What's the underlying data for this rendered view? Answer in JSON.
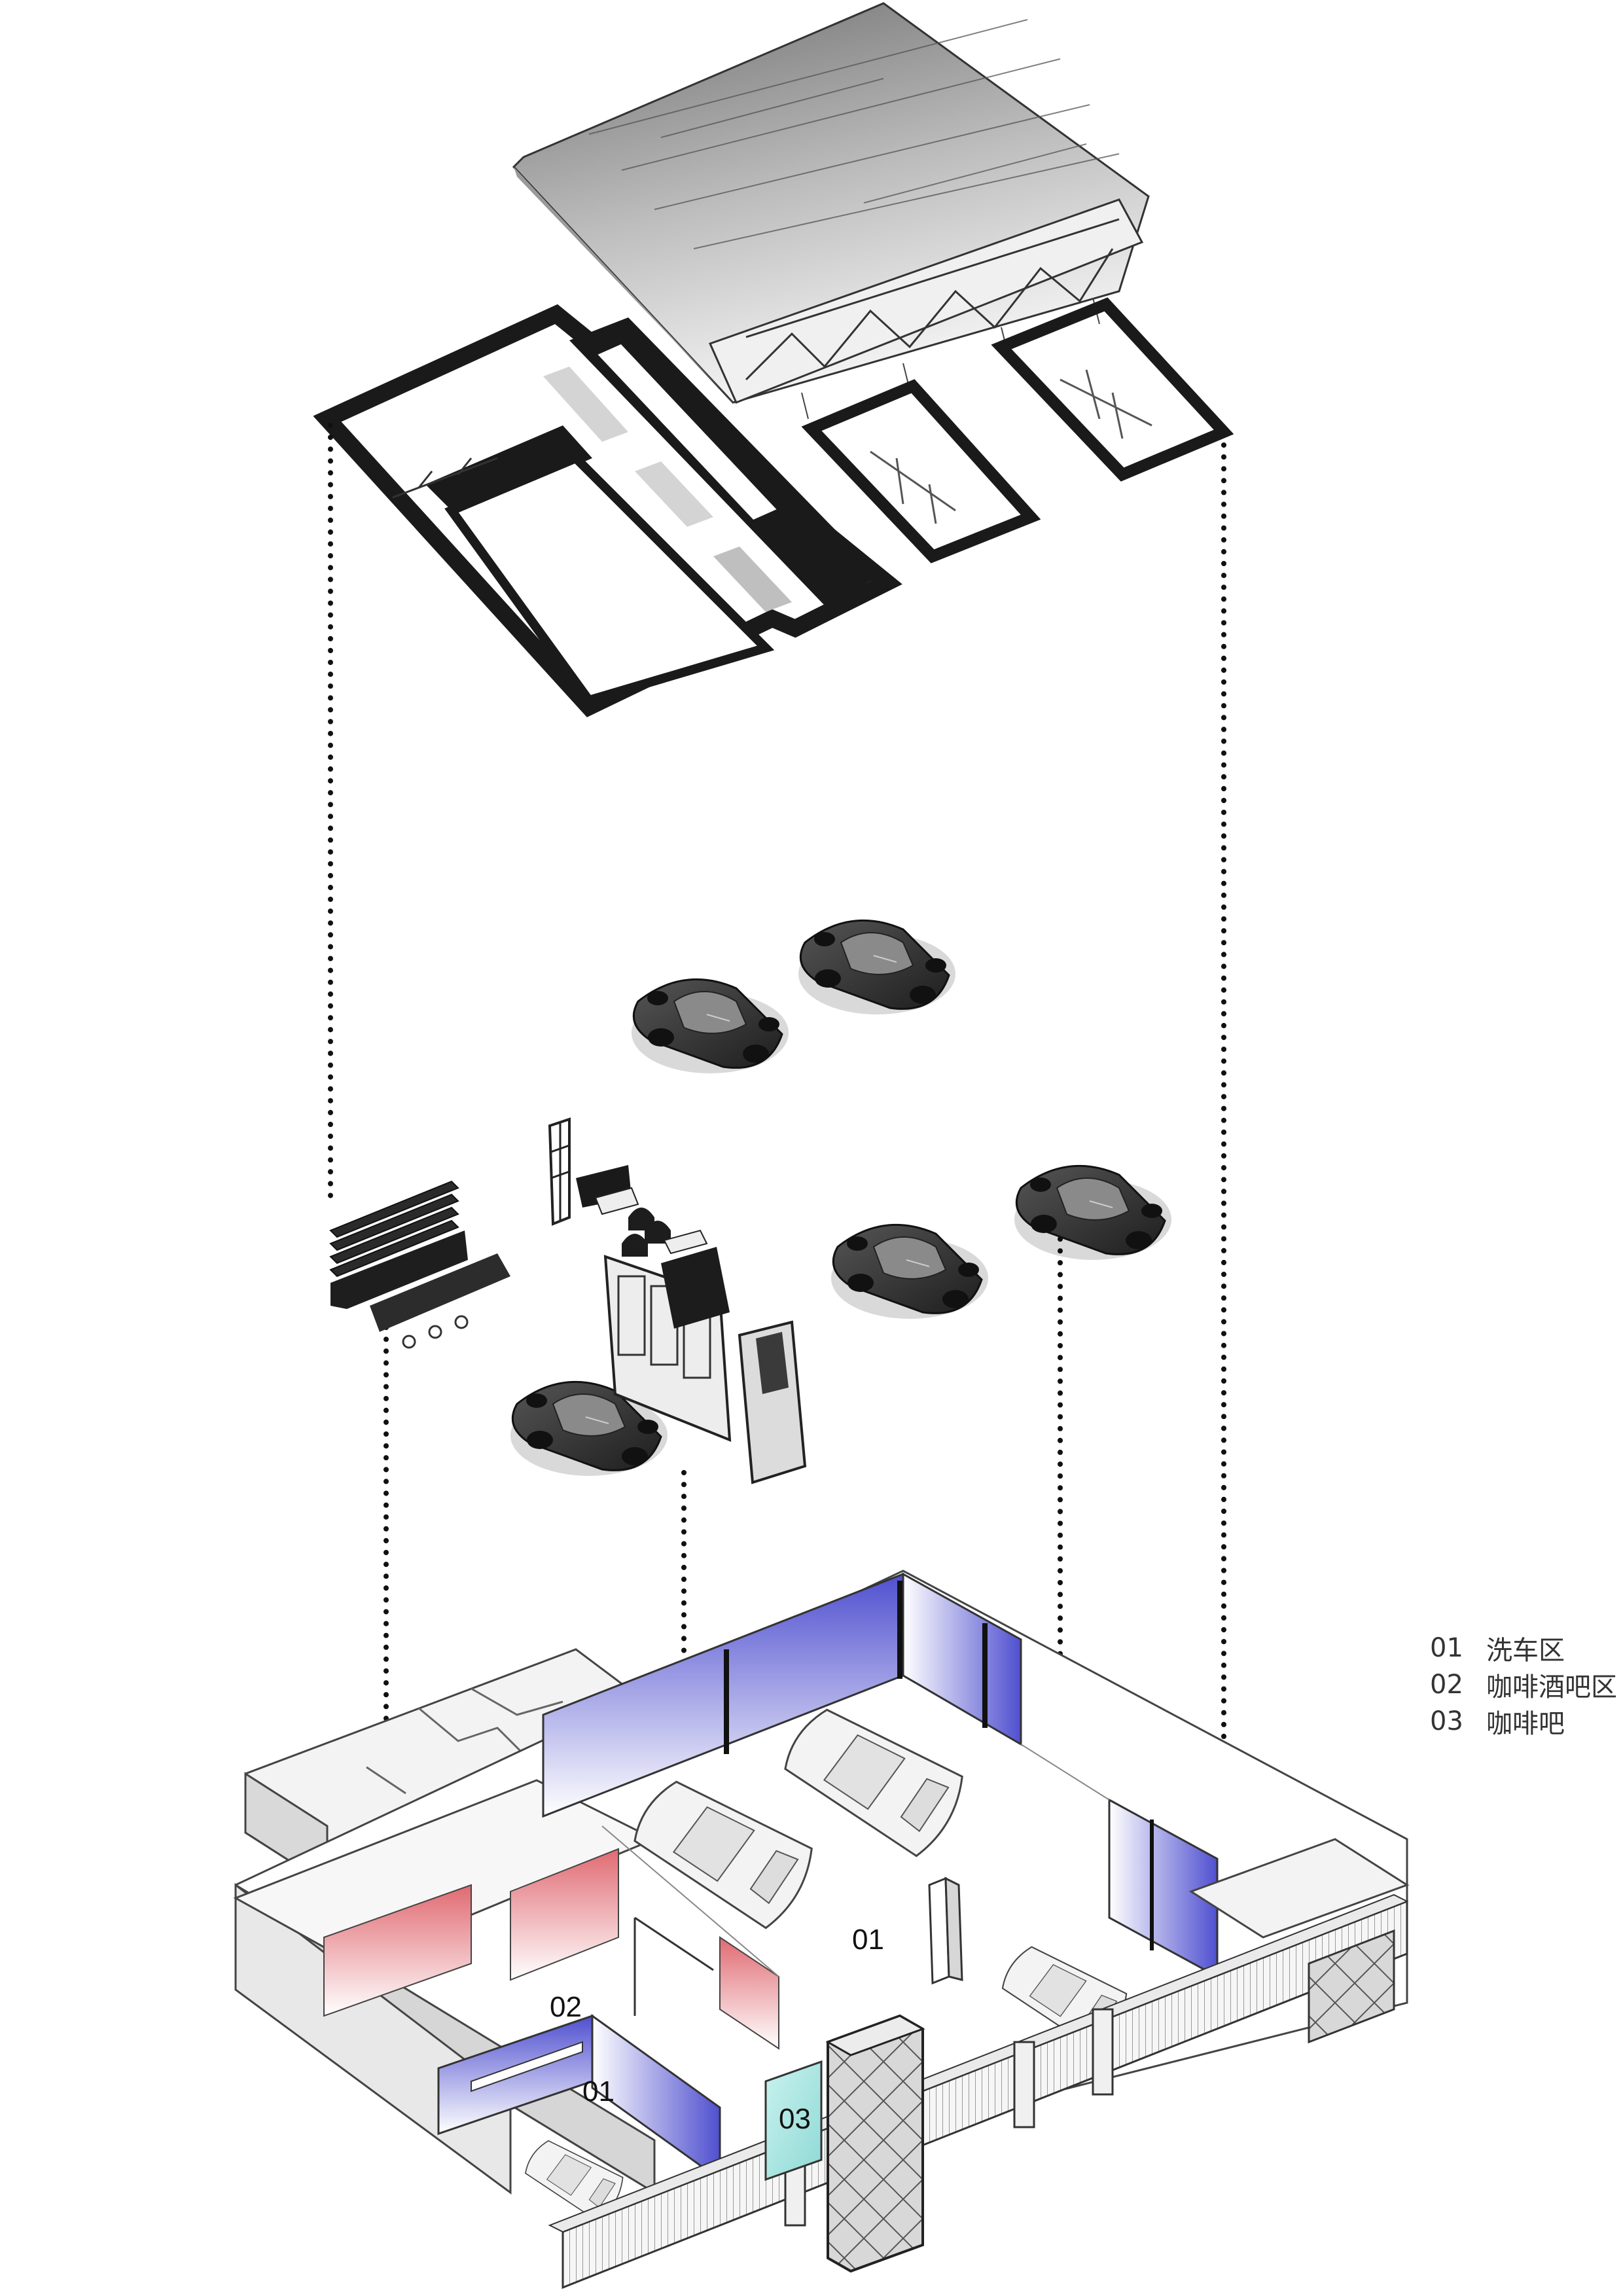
{
  "diagram": {
    "zone_labels": {
      "wash_main": "01",
      "cafe_bar": "02",
      "wash_small": "01",
      "cafe": "03"
    },
    "legend": [
      {
        "num": "01",
        "text": "洗车区"
      },
      {
        "num": "02",
        "text": "咖啡酒吧区"
      },
      {
        "num": "03",
        "text": "咖啡吧"
      }
    ],
    "colors": {
      "line": "#111111",
      "frame_dark": "#1a1a1a",
      "car_body": "#2b2b2b",
      "wall_blue": "#5a5ad6",
      "wall_red": "#e07a80",
      "glass_cyan": "#9fe3e0",
      "floor": "#ffffff",
      "slab": "#ececec",
      "roof_dark": "#7a7a7a",
      "roof_light": "#f2f2f2"
    }
  }
}
